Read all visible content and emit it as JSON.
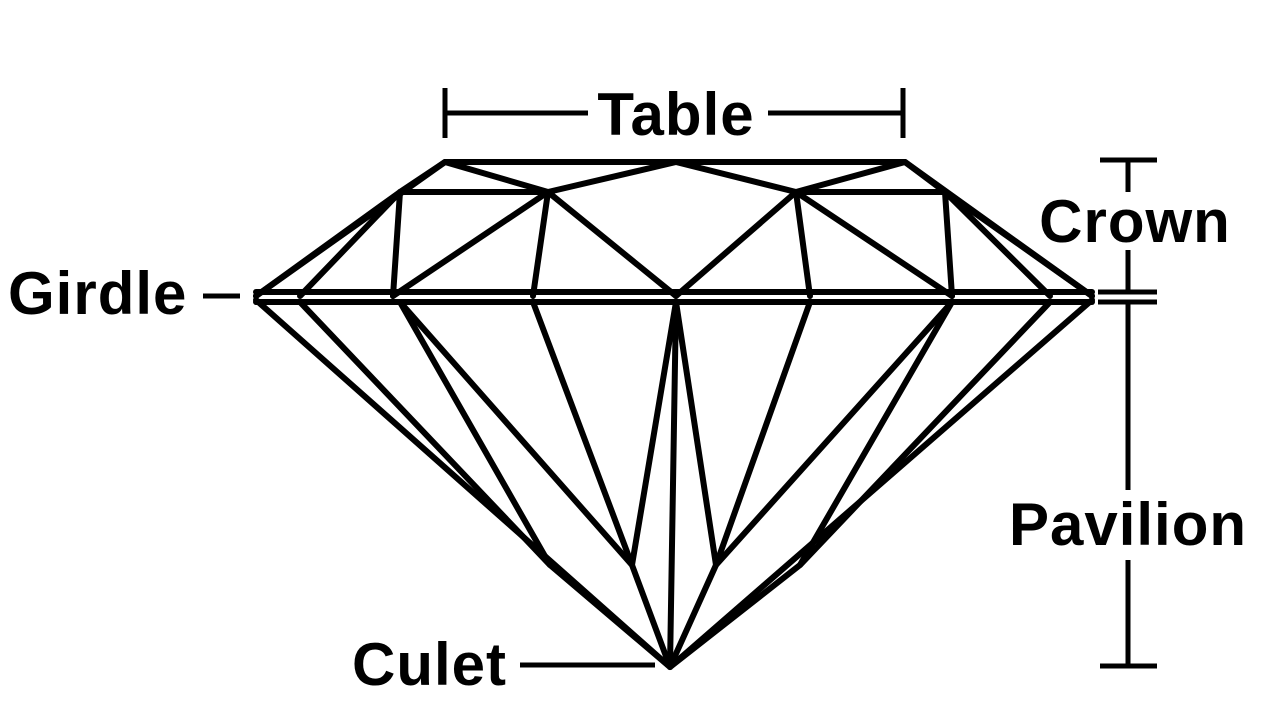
{
  "labels": {
    "table": "Table",
    "crown": "Crown",
    "girdle": "Girdle",
    "pavilion": "Pavilion",
    "culet": "Culet"
  },
  "colors": {
    "line": "#000000",
    "background": "#ffffff"
  }
}
